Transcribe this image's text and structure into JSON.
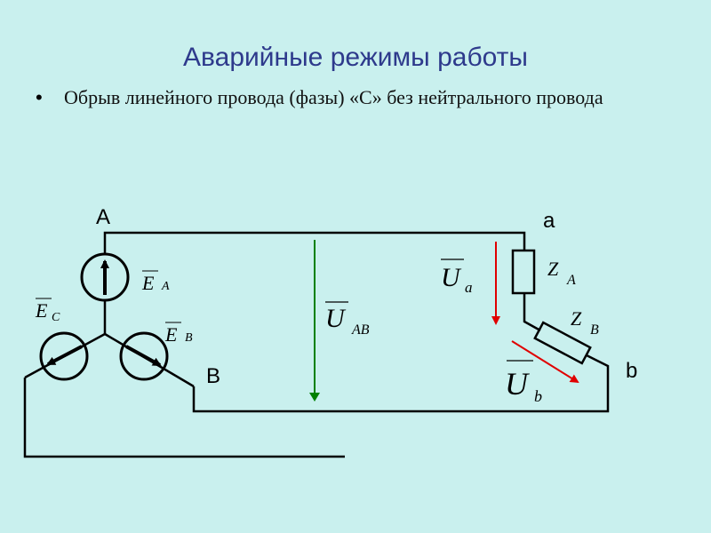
{
  "title": "Аварийные режимы работы",
  "bullet": {
    "marker": "•",
    "text": "Обрыв линейного провода (фазы) «С» без нейтрального провода"
  },
  "diagram": {
    "node_A": "A",
    "node_B": "B",
    "node_a": "a",
    "node_b": "b",
    "emf_A": {
      "symbol": "E",
      "sub": "A"
    },
    "emf_B": {
      "symbol": "E",
      "sub": "B"
    },
    "emf_C": {
      "symbol": "E",
      "sub": "C"
    },
    "volt_AB": {
      "symbol": "U",
      "sub": "AB"
    },
    "volt_a": {
      "symbol": "U",
      "sub": "a"
    },
    "volt_b": {
      "symbol": "U",
      "sub": "b"
    },
    "imp_A": {
      "symbol": "Z",
      "sub": "A"
    },
    "imp_B": {
      "symbol": "Z",
      "sub": "B"
    },
    "colors": {
      "wire": "#000000",
      "arrow_ab": "#008000",
      "arrow_load": "#e00000"
    }
  }
}
